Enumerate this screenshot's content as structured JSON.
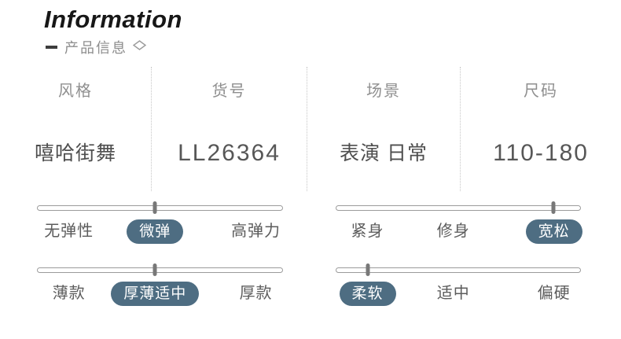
{
  "header": {
    "title": "Information",
    "subtitle": "产品信息"
  },
  "specs": {
    "columns": [
      {
        "label": "风格",
        "value": "嘻哈街舞"
      },
      {
        "label": "货号",
        "value": "LL26364"
      },
      {
        "label": "场景",
        "value": "表演 日常"
      },
      {
        "label": "尺码",
        "value": "110-180"
      }
    ]
  },
  "sliders": [
    {
      "options": [
        {
          "label": "无弹性",
          "selected": false
        },
        {
          "label": "微弹",
          "selected": true
        },
        {
          "label": "高弹力",
          "selected": false
        }
      ]
    },
    {
      "options": [
        {
          "label": "紧身",
          "selected": false
        },
        {
          "label": "修身",
          "selected": false
        },
        {
          "label": "宽松",
          "selected": true
        }
      ]
    },
    {
      "options": [
        {
          "label": "薄款",
          "selected": false
        },
        {
          "label": "厚薄适中",
          "selected": true
        },
        {
          "label": "厚款",
          "selected": false
        }
      ]
    },
    {
      "options": [
        {
          "label": "柔软",
          "selected": true
        },
        {
          "label": "适中",
          "selected": false
        },
        {
          "label": "偏硬",
          "selected": false
        }
      ]
    }
  ],
  "colors": {
    "accent_pill": "#4e6d82",
    "title_text": "#171717",
    "muted_text": "#8f8f8f",
    "value_text": "#4e4e4e",
    "track_stroke": "#9b9b9b",
    "marker_fill": "#787878"
  }
}
